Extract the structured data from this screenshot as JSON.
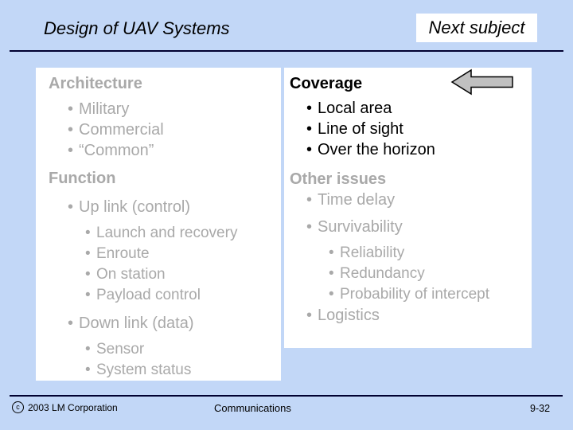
{
  "bullet": "•",
  "header": {
    "title": "Design of UAV Systems",
    "next_subject": "Next subject"
  },
  "left_panel": {
    "architecture": {
      "heading": "Architecture",
      "items": [
        "Military",
        "Commercial",
        "“Common”"
      ]
    },
    "function": {
      "heading": "Function",
      "up_link": {
        "label": "Up link (control)",
        "subitems": [
          "Launch and recovery",
          "Enroute",
          "On station",
          "Payload control"
        ]
      },
      "down_link": {
        "label": "Down link (data)",
        "subitems": [
          "Sensor",
          "System status"
        ]
      }
    }
  },
  "right_panel": {
    "coverage": {
      "heading": "Coverage",
      "items": [
        "Local area",
        "Line of sight",
        "Over the horizon"
      ]
    },
    "other_issues": {
      "heading": "Other issues",
      "time_delay": "Time delay",
      "survivability": {
        "label": "Survivability",
        "subitems": [
          "Reliability",
          "Redundancy",
          "Probability of intercept"
        ]
      },
      "logistics": "Logistics"
    }
  },
  "footer": {
    "copyright_symbol": "c",
    "copyright_text": "2003 LM Corporation",
    "center_text": "Communications",
    "page_number": "9-32"
  },
  "colors": {
    "background": "#c2d7f7",
    "panel": "#ffffff",
    "gray_text": "#a9a9a9",
    "black_text": "#000000",
    "arrow_fill": "#c0c0c0",
    "rule": "#000030"
  }
}
